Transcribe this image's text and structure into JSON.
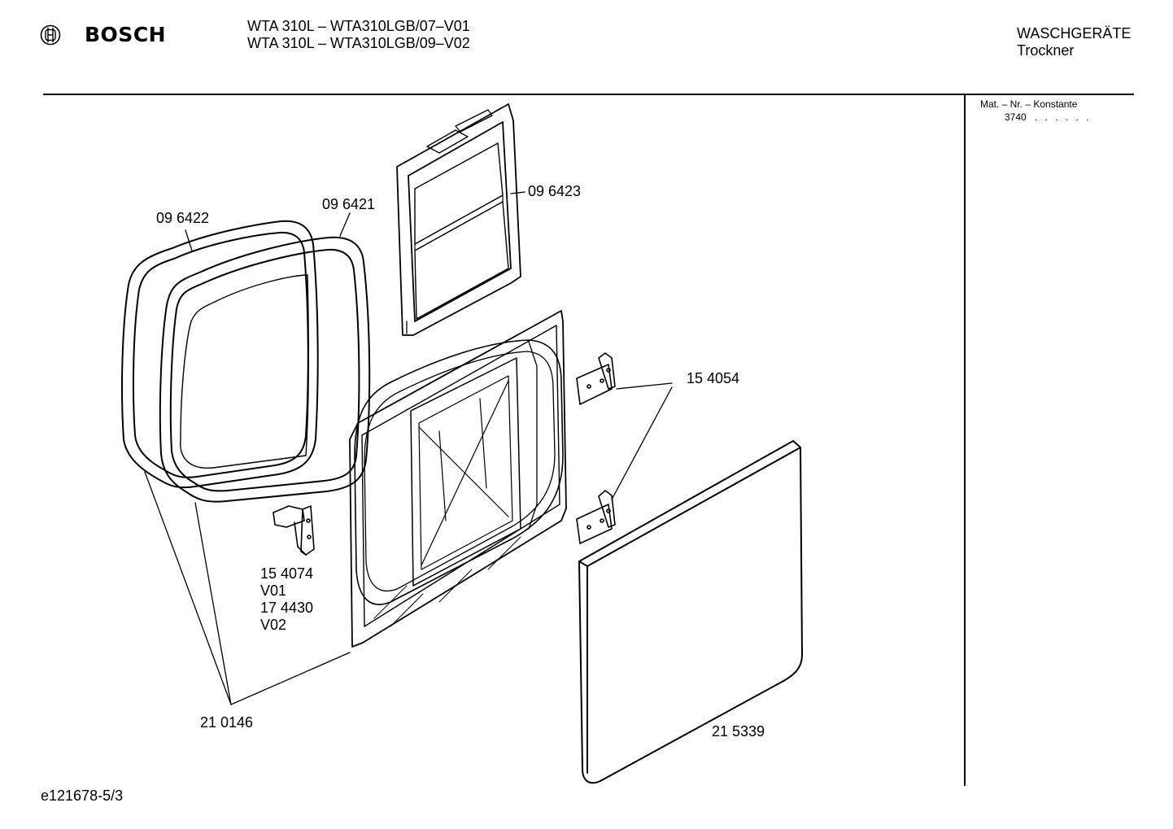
{
  "header": {
    "brand": "BOSCH",
    "brand_icon": "bosch-armature-logo",
    "model_lines": [
      "WTA 310L – WTA310LGB/07–V01",
      "WTA 310L – WTA310LGB/09–V02"
    ],
    "category": "WASCHGERÄTE",
    "subcategory": "Trockner"
  },
  "side_panel": {
    "label": "Mat. – Nr. – Konstante",
    "value": "3740",
    "dots": ". . . . . ."
  },
  "parts": {
    "p096422": "09 6422",
    "p096421": "09 6421",
    "p096423": "09 6423",
    "p154054": "15 4054",
    "p154074": "15 4074",
    "v01": "V01",
    "p174430": "17 4430",
    "v02": "V02",
    "p210146": "21 0146",
    "p215339": "21 5339"
  },
  "footer": {
    "drawing_id": "e121678-5/3"
  },
  "colors": {
    "line": "#000000",
    "background": "#ffffff"
  }
}
